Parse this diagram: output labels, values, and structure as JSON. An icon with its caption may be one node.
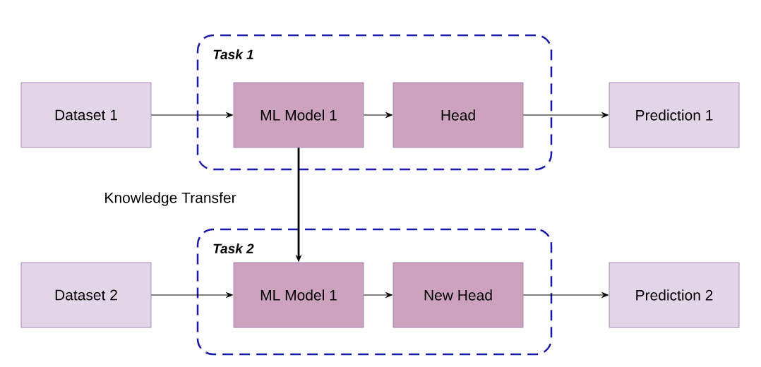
{
  "diagram": {
    "nodes": [
      {
        "text": [
          "Task 1"
        ]
      },
      {
        "text": [
          "Dataset 1"
        ]
      },
      {
        "text": [
          "ML Model 1"
        ],
        "in": 0
      },
      {
        "text": [
          "Head"
        ],
        "in": 0
      },
      {
        "text": [
          "Prediction 1"
        ]
      },
      {
        "text": [
          "Task 2"
        ]
      },
      {
        "text": [
          "Dataset 2"
        ]
      },
      {
        "text": [
          "ML Model 1"
        ],
        "in": 5
      },
      {
        "text": [
          "New Head"
        ],
        "in": 5
      },
      {
        "text": [
          "Prediction 2"
        ]
      }
    ],
    "edges": [
      {
        "from": 1,
        "to": 2,
        "arrow": "to"
      },
      {
        "from": 2,
        "to": 3,
        "arrow": "to"
      },
      {
        "from": 3,
        "to": 4,
        "arrow": "to"
      },
      {
        "from": 2,
        "to": 7,
        "arrow": "to",
        "style": "thick",
        "label": "Knowledge Transfer"
      },
      {
        "from": 6,
        "to": 7,
        "arrow": "to"
      },
      {
        "from": 7,
        "to": 8,
        "arrow": "to"
      },
      {
        "from": 8,
        "to": 9,
        "arrow": "to"
      }
    ]
  }
}
